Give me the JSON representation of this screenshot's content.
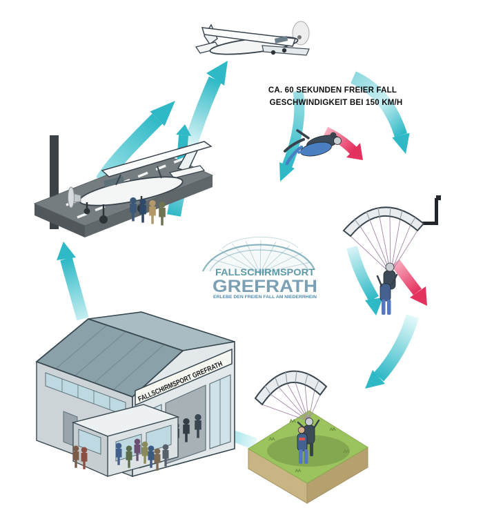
{
  "freefall_caption": {
    "line1": "CA. 60 SEKUNDEN FREIER FALL",
    "line2": "GESCHWINDIGKEIT BEI 150 KM/H"
  },
  "logo": {
    "top": "FALLSCHIRMSPORT",
    "main": "GREFRATH",
    "tagline": "ERLEBE DEN FREIEN FALL AM NIEDERRHEIN"
  },
  "building": {
    "sign_text": "FALLSCHIRMSPORT GREFRATH"
  },
  "colors": {
    "arrow_teal": "#2fb9c6",
    "arrow_teal_light": "#d9f4f6",
    "speed_red": "#e5315e",
    "speed_pink": "#f6aebf",
    "grass_green": "#9cc45e",
    "grass_shadow": "#7fa34c",
    "soil_tan": "#c9b584",
    "runway_gray": "#757d80",
    "building_wall": "#dfe5e7",
    "roof_teal_gray": "#8ba1a9",
    "logo_teal": "#4b8fa0",
    "logo_blue": "#7097ad",
    "caption_black": "#0d0d0d"
  }
}
